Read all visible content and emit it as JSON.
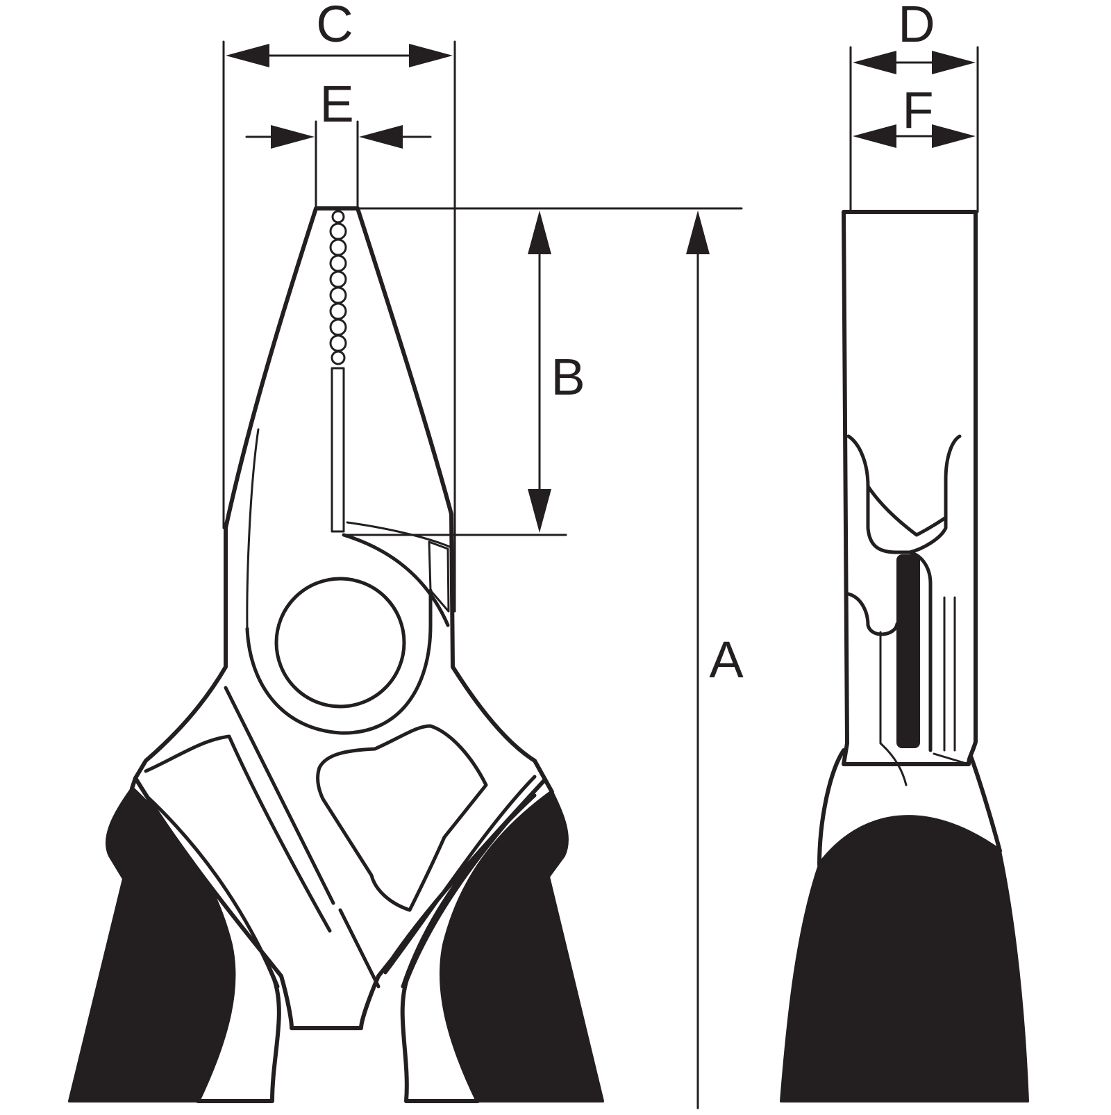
{
  "dimension_labels": {
    "a": "A",
    "b": "B",
    "c": "C",
    "d": "D",
    "e": "E",
    "f": "F"
  },
  "colors": {
    "line": "#231f20",
    "grip": "#231f20",
    "background": "#ffffff"
  }
}
